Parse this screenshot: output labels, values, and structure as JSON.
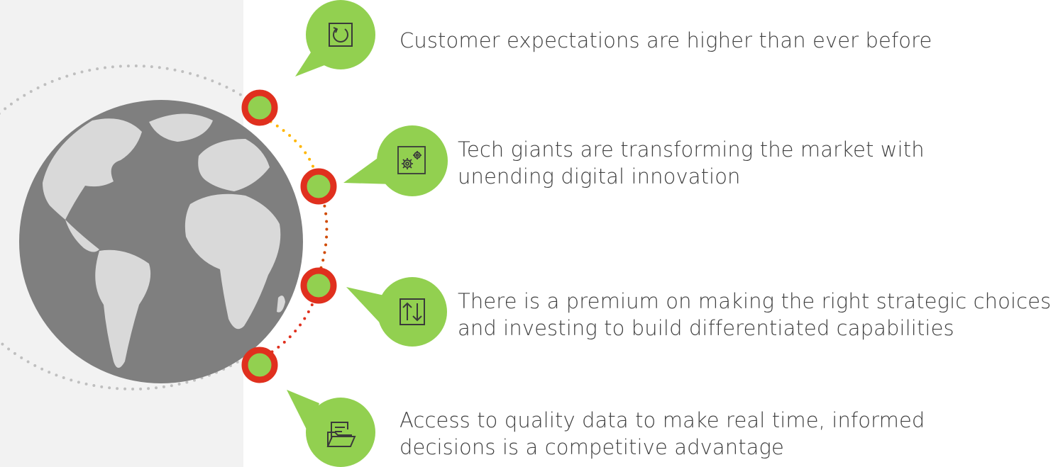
{
  "statements": [
    {
      "text_lines": [
        "Customer expectations are higher than ever before"
      ],
      "icon": "refresh-icon"
    },
    {
      "text_lines": [
        "Tech giants are transforming the market with",
        "unending digital innovation"
      ],
      "icon": "gears-icon"
    },
    {
      "text_lines": [
        "There is a premium on making the right strategic choices",
        "and investing to build differentiated capabilities"
      ],
      "icon": "up-down-arrows-icon"
    },
    {
      "text_lines": [
        "Access to quality data to make real time, informed",
        "decisions is a competitive advantage"
      ],
      "icon": "folder-document-icon"
    }
  ],
  "colors": {
    "panel": "#f2f2f2",
    "globe_ocean": "#7f7f7f",
    "globe_land": "#d9d9d9",
    "bubble": "#92d050",
    "ring": "#e0301e",
    "dot_orange": "#ffb600",
    "dot_red_orange": "#d04a02",
    "dot_red": "#e0301e",
    "text": "#404040"
  }
}
